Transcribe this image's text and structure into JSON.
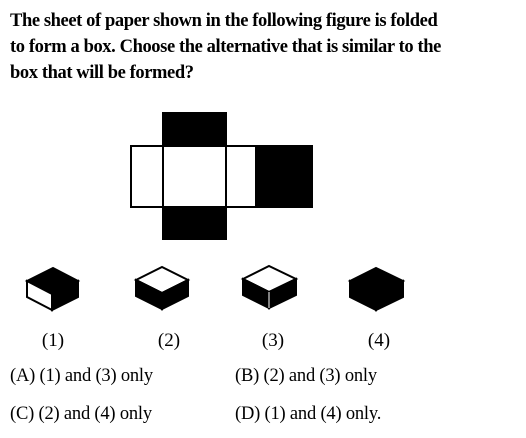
{
  "question": {
    "line1": "The sheet of paper shown in the following figure is folded",
    "line2": "to form a box. Choose the alternative that is similar to the",
    "line3": "box that will be formed?"
  },
  "colors": {
    "ink": "#000000",
    "paper": "#ffffff"
  },
  "figure_net": {
    "description_faces": [
      "top-flap-black",
      "left-face-white",
      "center-face-white",
      "right-face-white",
      "far-right-face-black",
      "bottom-flap-black"
    ]
  },
  "cubes": [
    {
      "label": "(1)",
      "top": "black",
      "front": "white",
      "side": "black"
    },
    {
      "label": "(2)",
      "top": "white",
      "front": "black",
      "side": "black"
    },
    {
      "label": "(3)",
      "top": "white",
      "front": "black",
      "side": "black"
    },
    {
      "label": "(4)",
      "top": "black",
      "front": "black",
      "side": "black"
    }
  ],
  "options": {
    "A": "(A) (1) and (3) only",
    "B": "(B) (2) and (3) only",
    "C": "(C) (2) and (4) only",
    "D": "(D) (1) and (4) only."
  }
}
